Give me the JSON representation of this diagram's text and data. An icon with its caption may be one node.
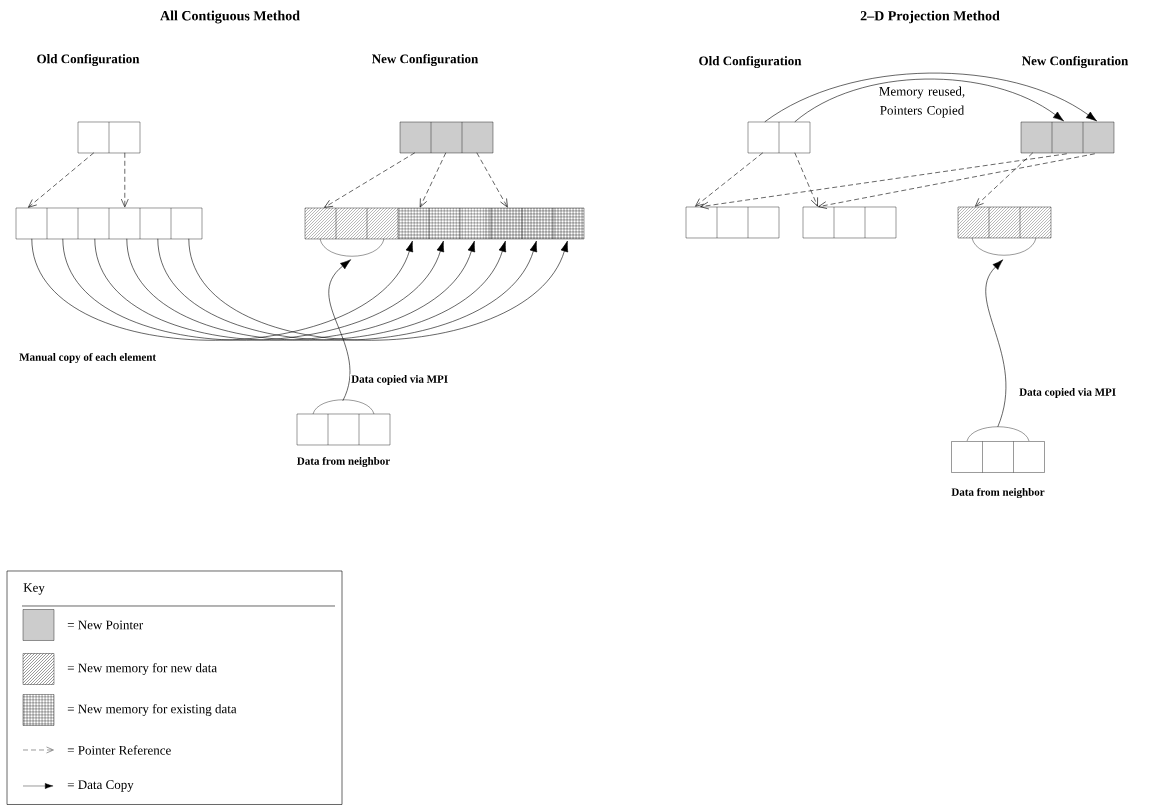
{
  "diagram": {
    "nodes": [
      {
        "text": [],
        "shape": "box"
      },
      {
        "text": [],
        "shape": "box"
      },
      {
        "text": [],
        "shape": "box"
      },
      {
        "text": [],
        "shape": "box"
      },
      {
        "text": [],
        "shape": "box",
        "beside": [
          "Data from neighbor"
        ]
      },
      {
        "text": [],
        "shape": "box"
      },
      {
        "text": [],
        "shape": "box"
      },
      {
        "text": [],
        "shape": "box"
      },
      {
        "text": [],
        "shape": "box"
      },
      {
        "text": [],
        "shape": "box"
      },
      {
        "text": [],
        "shape": "box",
        "beside": [
          "Data from neighbor"
        ]
      }
    ],
    "edges": [
      {
        "from": 0,
        "to": 2,
        "arrow": "to",
        "style": "dashed"
      },
      {
        "from": 0,
        "to": 2,
        "arrow": "to",
        "style": "dashed"
      },
      {
        "from": 1,
        "to": 3,
        "arrow": "to",
        "style": "dashed"
      },
      {
        "from": 1,
        "to": 3,
        "arrow": "to",
        "style": "dashed"
      },
      {
        "from": 1,
        "to": 3,
        "arrow": "to",
        "style": "dashed"
      },
      {
        "from": 2,
        "to": 3,
        "arrow": "to"
      },
      {
        "from": 2,
        "to": 3,
        "arrow": "to"
      },
      {
        "from": 2,
        "to": 3,
        "arrow": "to"
      },
      {
        "from": 2,
        "to": 3,
        "arrow": "to"
      },
      {
        "from": 2,
        "to": 3,
        "arrow": "to"
      },
      {
        "from": 2,
        "to": 3,
        "arrow": "to"
      },
      {
        "from": 4,
        "to": 3,
        "arrow": "to",
        "label": "Data copied via MPI"
      },
      {
        "from": 5,
        "to": 6,
        "arrow": "to"
      },
      {
        "from": 5,
        "to": 6,
        "arrow": "to"
      },
      {
        "from": 5,
        "to": 7,
        "arrow": "to",
        "style": "dashed"
      },
      {
        "from": 5,
        "to": 8,
        "arrow": "to",
        "style": "dashed"
      },
      {
        "from": 6,
        "to": 9,
        "arrow": "to",
        "style": "dashed"
      },
      {
        "from": 6,
        "to": 7,
        "arrow": "to",
        "style": "dashed"
      },
      {
        "from": 6,
        "to": 8,
        "arrow": "to",
        "style": "dashed"
      },
      {
        "from": 10,
        "to": 9,
        "arrow": "to",
        "label": "Data copied via MPI"
      }
    ],
    "labels": [
      "All Contiguous Method",
      "2–D Projection Method",
      "Old Configuration",
      "New Configuration",
      "Old Configuration",
      "New Configuration",
      "Memory reused, Pointers Copied",
      "Manual copy of each element",
      "Key"
    ],
    "legend": [
      {
        "text": "= New Pointer",
        "color": "#cccccc"
      },
      {
        "text": "= New memory for new data"
      },
      {
        "text": "= New memory for existing data"
      },
      {
        "text": "= Pointer Reference"
      },
      {
        "text": "= Data Copy"
      }
    ]
  }
}
